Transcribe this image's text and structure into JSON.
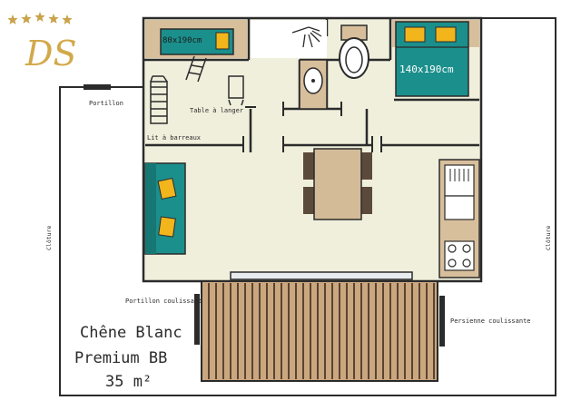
{
  "logo": {
    "letters": "DS",
    "stars": 5,
    "star_color": "#c9a34a"
  },
  "title": {
    "line1": "Chêne Blanc",
    "line2": "Premium BB",
    "line3": "35 m²"
  },
  "labels": {
    "gate": "Portillon",
    "fence_left": "Clôture",
    "fence_right": "Clôture",
    "sliding_gate": "Portillon coulissant",
    "sliding_screen": "Persienne coulissante",
    "crib": "Lit à barreaux",
    "changing_table": "Table à langer",
    "bed_single": "80x190cm",
    "bed_double": "140x190cm"
  },
  "colors": {
    "floor": "#f0efdc",
    "wall": "#2b2b2b",
    "teal": "#1b8f8c",
    "yellow": "#f2b51b",
    "wood": "#d8bf9c",
    "decking": "#caa77f",
    "decking_line": "#5a4430",
    "table": "#d3bb98",
    "chair": "#5b4a3b"
  }
}
